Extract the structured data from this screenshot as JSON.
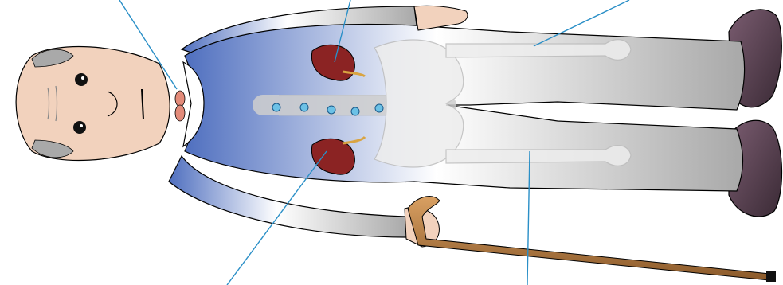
{
  "figure": {
    "subject": "elderly-man-anatomy",
    "colors": {
      "clothing_blue": "#4f6fbf",
      "clothing_grey": "#a8a8a8",
      "skin": "#f2d2bd",
      "hair": "#a9a9a9",
      "bone": "#ededed",
      "bone_outline": "#bdbdbd",
      "kidney": "#8b2323",
      "ureter": "#d9a441",
      "shoe": "#5a4253",
      "cane": "#b9793f",
      "leader_line": "#2a8fc7",
      "outline": "#000000"
    },
    "callouts": [
      {
        "target": "thyroid",
        "label": ""
      },
      {
        "target": "kidney-upper",
        "label": ""
      },
      {
        "target": "femur-upper",
        "label": ""
      },
      {
        "target": "kidney-lower",
        "label": ""
      },
      {
        "target": "femur-lower",
        "label": ""
      }
    ]
  }
}
